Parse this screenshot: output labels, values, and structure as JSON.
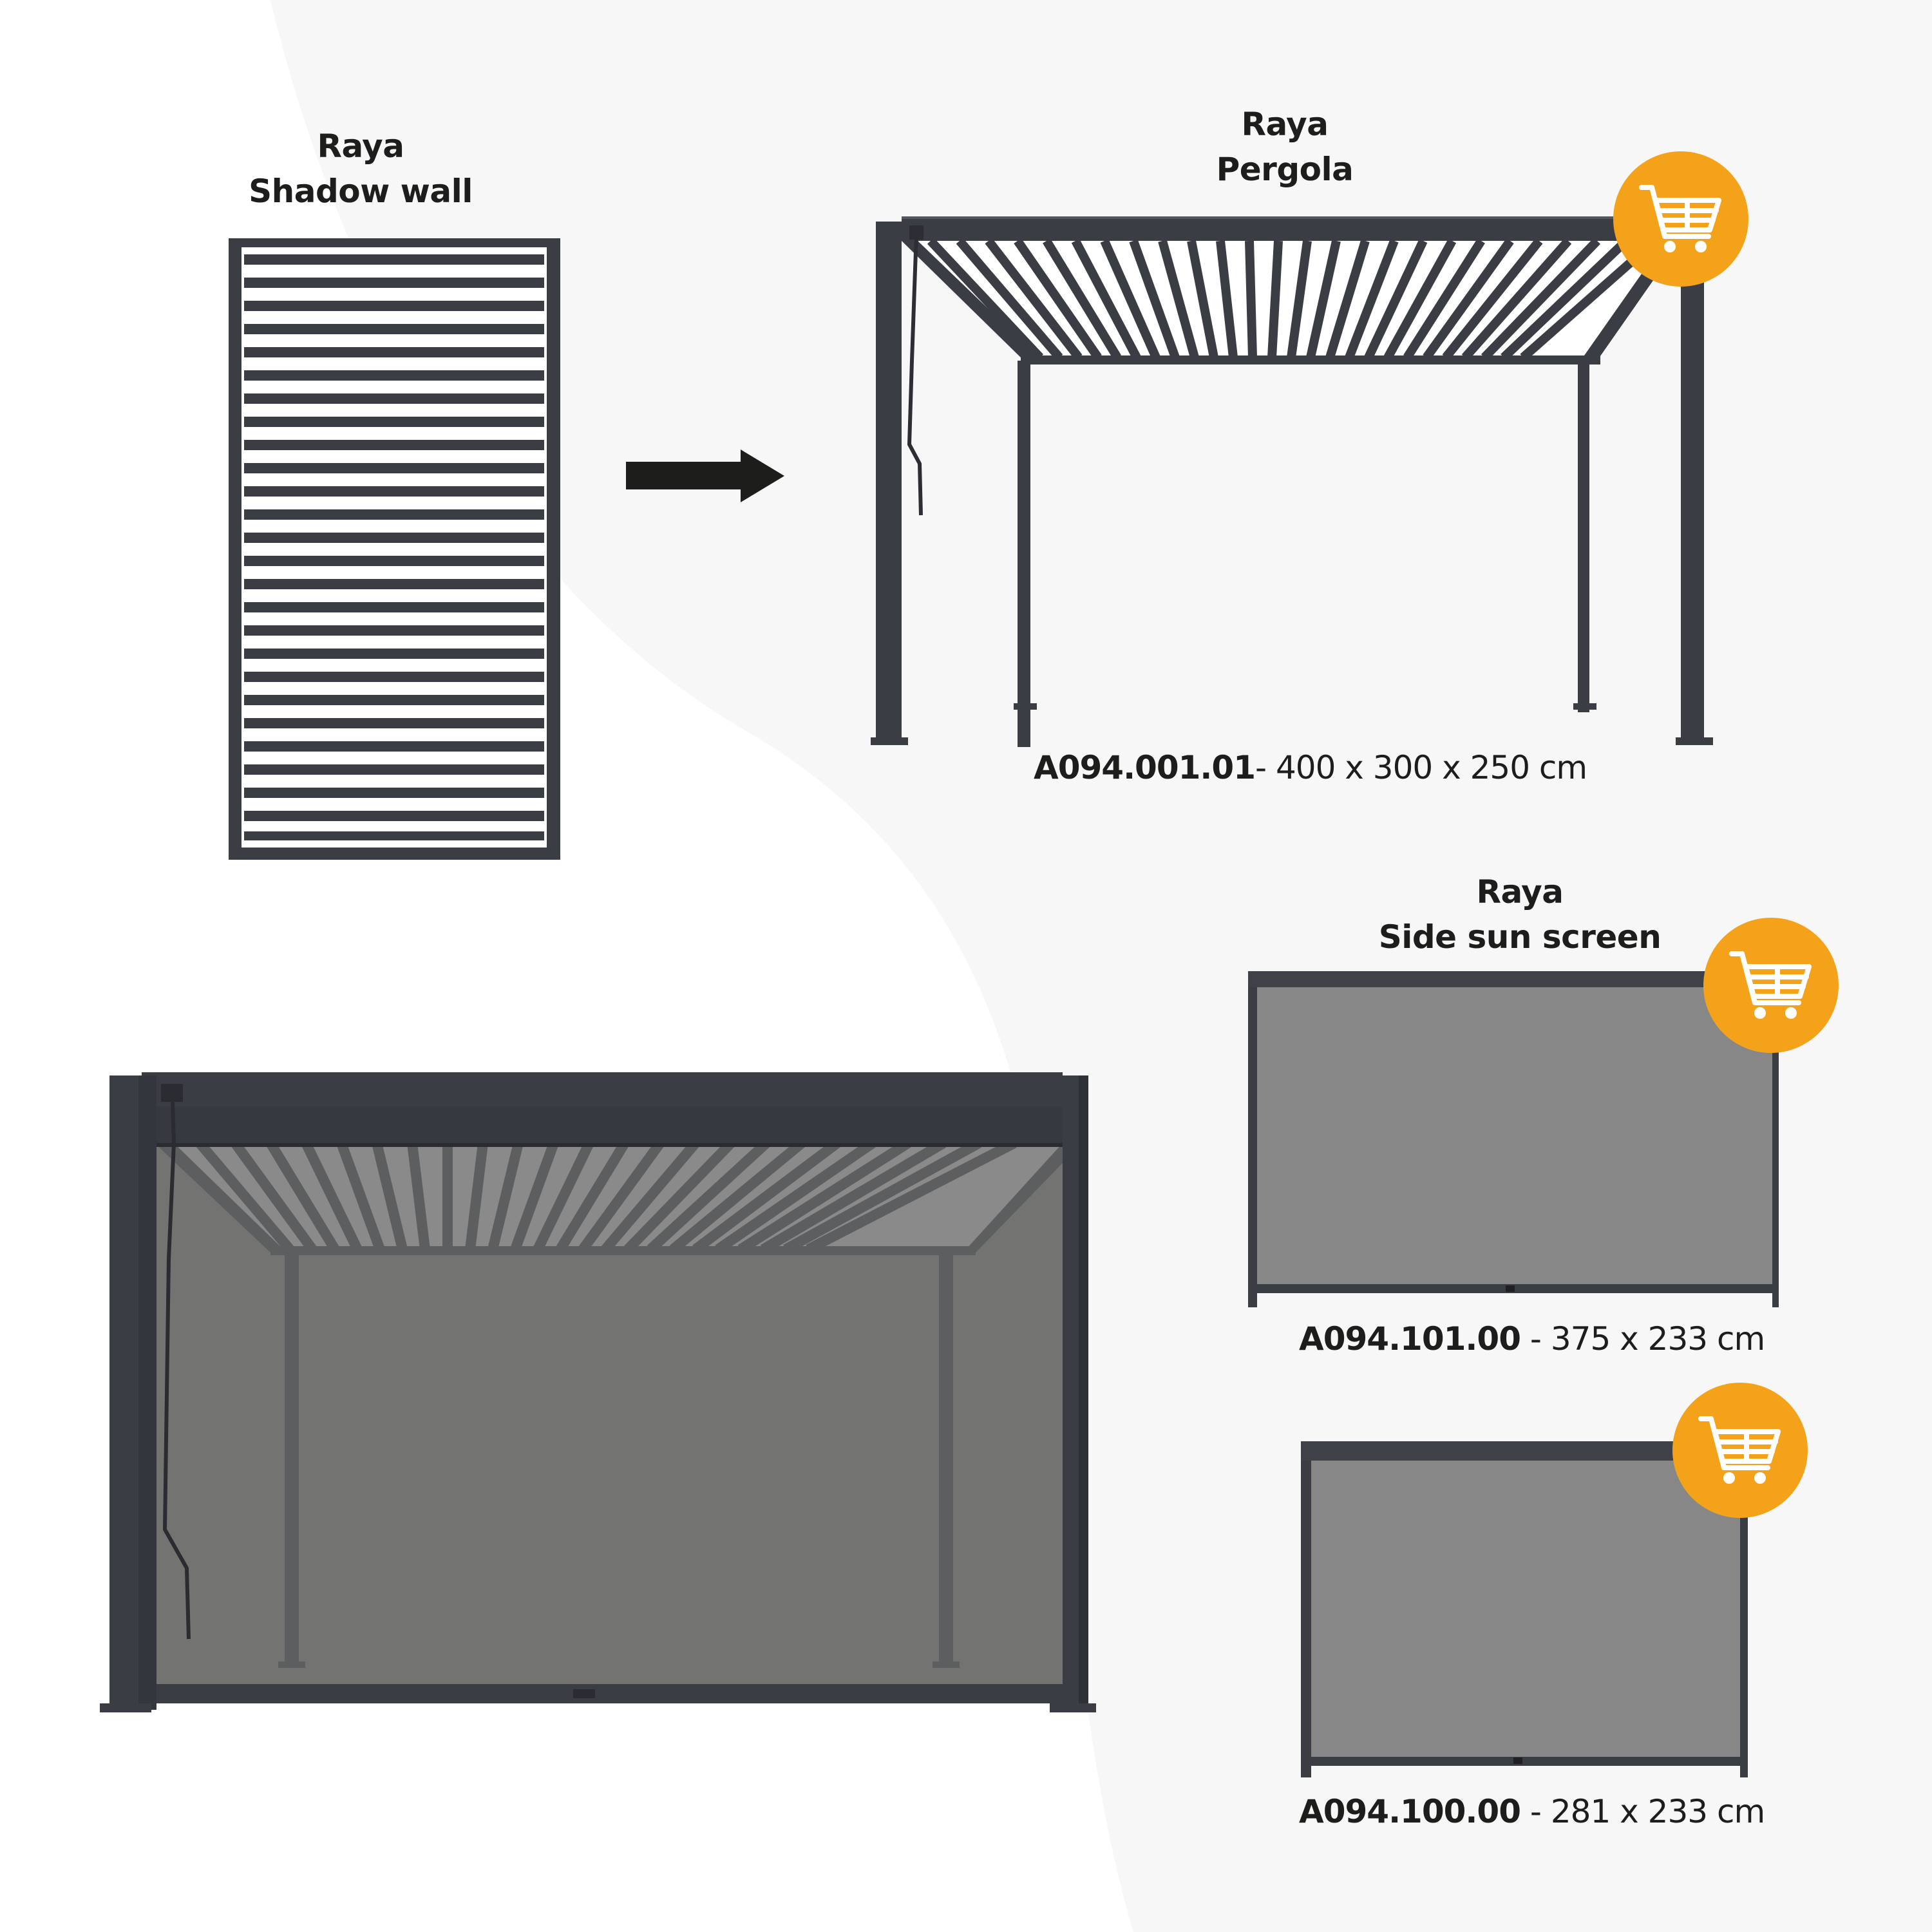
{
  "colors": {
    "background_light": "#f7f7f7",
    "background_white": "#ffffff",
    "frame_dark": "#3a3d43",
    "screen_gray": "#888787",
    "cart_orange": "#f5a21b",
    "text": "#1d1d1b"
  },
  "shadow_wall": {
    "title_line1": "Raya",
    "title_line2": "Shadow wall",
    "slat_count": 26
  },
  "arrow": {
    "icon": "arrow-right-icon"
  },
  "pergola": {
    "title_line1": "Raya",
    "title_line2": "Pergola",
    "sku": "A094.001.01",
    "dimensions": "- 400 x 300 x 250 cm",
    "cart_icon": "shopping-cart-icon"
  },
  "pergola_with_screen": {
    "description": "Raya pergola with side sun screen installed"
  },
  "side_sun_screen": {
    "title_line1": "Raya",
    "title_line2": "Side sun screen",
    "products": [
      {
        "sku": "A094.101.00",
        "dimensions": " - 375 x 233 cm",
        "cart_icon": "shopping-cart-icon"
      },
      {
        "sku": "A094.100.00",
        "dimensions": " - 281 x 233 cm",
        "cart_icon": "shopping-cart-icon"
      }
    ]
  }
}
